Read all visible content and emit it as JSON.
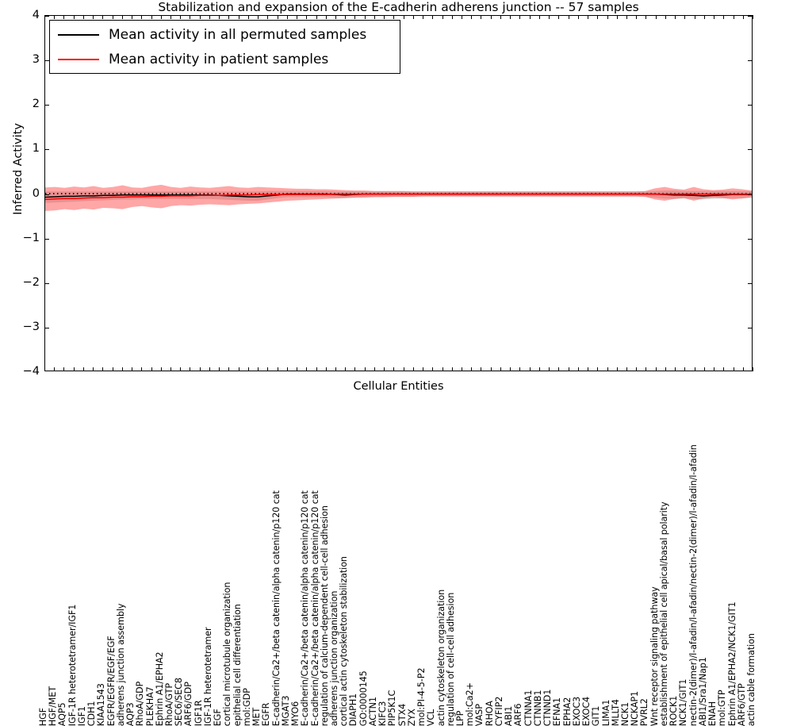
{
  "chart_data": {
    "type": "line",
    "title": "Stabilization and expansion of the E-cadherin adherens junction -- 57 samples",
    "xlabel": "Cellular Entities",
    "ylabel": "Inferred Activity",
    "ylim": [
      -4,
      4
    ],
    "yticks": [
      4,
      3,
      2,
      1,
      0,
      -1,
      -2,
      -3,
      -4
    ],
    "grid": false,
    "legend_position": "upper left",
    "legend": [
      {
        "label": "Mean activity in all permuted samples",
        "color": "#000000"
      },
      {
        "label": "Mean activity in patient samples",
        "color": "#ff0000"
      }
    ],
    "categories": [
      "HGF",
      "HGF/MET",
      "AQP5",
      "IGF-1R heterotetramer/IGF1",
      "IGF1",
      "CDH1",
      "KIAA1543",
      "EGFR/EGFR/EGF/EGF",
      "adherens junction assembly",
      "AQP3",
      "RhoA/GDP",
      "PLEKHA7",
      "Ephrin A1/EPHA2",
      "RhoA/GTP",
      "SEC6/SEC8",
      "ARF6/GDP",
      "IGF1R",
      "IGF-1R heterotetramer",
      "EGF",
      "cortical microtubule organization",
      "epithelial cell differentiation",
      "mol:GDP",
      "MET",
      "EGFR",
      "E-cadherin/Ca2+/beta catenin/alpha catenin/p120 cat",
      "MGAT3",
      "MYO6",
      "E-cadherin/Ca2+/beta catenin/alpha catenin/p120 cat",
      "E-cadherin/Ca2+/beta catenin/alpha catenin/p120 cat",
      "regulation of calcium-dependent cell-cell adhesion",
      "adherens junction organization",
      "cortical actin cytoskeleton stabilization",
      "DIAPH1",
      "GO:0000145",
      "ACTN1",
      "KIFC3",
      "PIP5K1C",
      "STX4",
      "ZYX",
      "mol:PI-4-5-P2",
      "VCL",
      "actin cytoskeleton organization",
      "regulation of cell-cell adhesion",
      "LPP",
      "mol:Ca2+",
      "VASP",
      "RHOA",
      "CYFIP2",
      "ABI1",
      "ARF6",
      "CTNNA1",
      "CTNNB1",
      "CTNND1",
      "EFNA1",
      "EPHA2",
      "EXOC3",
      "EXOC4",
      "GIT1",
      "LIMA1",
      "MLLT4",
      "NCK1",
      "NCKAP1",
      "PVRL2",
      "Wnt receptor signaling pathway",
      "establishment of epithelial cell apical/basal polarity",
      "ROCK1",
      "NCK1/GIT1",
      "nectin-2(dimer)/l-afadin/l-afadin/nectin-2(dimer)/l-afadin/l-afadin",
      "ABI1/Sra1/Nap1",
      "ENAH",
      "mol:GTP",
      "Ephrin A1/EPHA2/NCK1/GIT1",
      "ARF6/GTP",
      "actin cable formation"
    ],
    "series": [
      {
        "name": "Mean activity in all permuted samples",
        "color": "#000000",
        "style": "solid",
        "values": [
          -0.09,
          -0.08,
          -0.07,
          -0.07,
          -0.06,
          -0.06,
          -0.05,
          -0.05,
          -0.04,
          -0.04,
          -0.04,
          -0.04,
          -0.04,
          -0.04,
          -0.04,
          -0.04,
          -0.04,
          -0.04,
          -0.05,
          -0.06,
          -0.07,
          -0.08,
          -0.08,
          -0.06,
          -0.04,
          -0.02,
          -0.02,
          -0.02,
          -0.02,
          -0.02,
          -0.03,
          -0.04,
          -0.03,
          -0.02,
          -0.02,
          -0.02,
          -0.02,
          -0.02,
          -0.02,
          -0.02,
          -0.02,
          -0.02,
          -0.02,
          -0.02,
          -0.02,
          -0.02,
          -0.02,
          -0.02,
          -0.02,
          -0.02,
          -0.02,
          -0.02,
          -0.02,
          -0.02,
          -0.02,
          -0.02,
          -0.02,
          -0.02,
          -0.02,
          -0.02,
          -0.02,
          -0.02,
          -0.02,
          -0.02,
          -0.03,
          -0.04,
          -0.04,
          -0.05,
          -0.06,
          -0.05,
          -0.04,
          -0.03,
          -0.03,
          -0.03
        ]
      },
      {
        "name": "Mean activity in all permuted samples (median dotted)",
        "color": "#000000",
        "style": "dotted",
        "values": [
          -0.01,
          -0.01,
          -0.01,
          -0.01,
          -0.01,
          -0.01,
          -0.01,
          -0.01,
          -0.01,
          -0.01,
          -0.01,
          -0.01,
          -0.01,
          -0.01,
          -0.01,
          -0.01,
          -0.01,
          -0.01,
          -0.01,
          -0.01,
          -0.01,
          -0.01,
          -0.01,
          -0.01,
          -0.01,
          -0.01,
          -0.01,
          -0.01,
          -0.01,
          -0.01,
          -0.01,
          -0.01,
          -0.01,
          -0.01,
          -0.01,
          -0.01,
          -0.01,
          -0.01,
          -0.01,
          -0.01,
          -0.01,
          -0.01,
          -0.01,
          -0.01,
          -0.01,
          -0.01,
          -0.01,
          -0.01,
          -0.01,
          -0.01,
          -0.01,
          -0.01,
          -0.01,
          -0.01,
          -0.01,
          -0.01,
          -0.01,
          -0.01,
          -0.01,
          -0.01,
          -0.01,
          -0.01,
          -0.01,
          -0.01,
          -0.01,
          -0.01,
          -0.01,
          -0.01,
          -0.01,
          -0.01,
          -0.01,
          -0.01,
          -0.01,
          -0.01
        ]
      },
      {
        "name": "Mean activity in patient samples",
        "color": "#ff0000",
        "style": "solid",
        "values": [
          -0.14,
          -0.13,
          -0.12,
          -0.12,
          -0.11,
          -0.1,
          -0.1,
          -0.09,
          -0.09,
          -0.08,
          -0.08,
          -0.07,
          -0.07,
          -0.06,
          -0.06,
          -0.06,
          -0.05,
          -0.05,
          -0.05,
          -0.04,
          -0.04,
          -0.04,
          -0.03,
          -0.03,
          -0.03,
          -0.03,
          -0.03,
          -0.03,
          -0.03,
          -0.03,
          -0.02,
          -0.02,
          -0.02,
          -0.02,
          -0.02,
          -0.02,
          -0.02,
          -0.02,
          -0.02,
          -0.02,
          -0.02,
          -0.02,
          -0.02,
          -0.02,
          -0.02,
          -0.02,
          -0.02,
          -0.02,
          -0.02,
          -0.02,
          -0.02,
          -0.02,
          -0.02,
          -0.02,
          -0.02,
          -0.02,
          -0.02,
          -0.02,
          -0.02,
          -0.02,
          -0.02,
          -0.02,
          -0.02,
          -0.02,
          -0.02,
          -0.02,
          -0.02,
          -0.02,
          -0.02,
          -0.02,
          -0.02,
          -0.02,
          -0.02,
          -0.02
        ]
      }
    ],
    "bands": [
      {
        "name": "permuted samples spread",
        "color": "#000000",
        "opacity": 0.13,
        "upper": [
          0.04,
          0.04,
          0.04,
          0.04,
          0.04,
          0.04,
          0.04,
          0.04,
          0.04,
          0.04,
          0.04,
          0.04,
          0.04,
          0.04,
          0.04,
          0.04,
          0.04,
          0.04,
          0.04,
          0.04,
          0.04,
          0.04,
          0.04,
          0.05,
          0.05,
          0.05,
          0.05,
          0.05,
          0.05,
          0.05,
          0.04,
          0.04,
          0.04,
          0.04,
          0.04,
          0.04,
          0.04,
          0.04,
          0.04,
          0.04,
          0.04,
          0.04,
          0.04,
          0.04,
          0.04,
          0.04,
          0.04,
          0.04,
          0.04,
          0.04,
          0.04,
          0.04,
          0.04,
          0.04,
          0.04,
          0.04,
          0.04,
          0.04,
          0.04,
          0.04,
          0.04,
          0.04,
          0.04,
          0.05,
          0.06,
          0.06,
          0.05,
          0.05,
          0.05,
          0.05,
          0.05,
          0.05,
          0.05,
          0.05
        ],
        "lower": [
          -0.22,
          -0.21,
          -0.2,
          -0.19,
          -0.18,
          -0.17,
          -0.16,
          -0.15,
          -0.14,
          -0.14,
          -0.13,
          -0.13,
          -0.13,
          -0.13,
          -0.13,
          -0.13,
          -0.13,
          -0.13,
          -0.14,
          -0.15,
          -0.16,
          -0.17,
          -0.17,
          -0.14,
          -0.11,
          -0.09,
          -0.09,
          -0.09,
          -0.09,
          -0.09,
          -0.1,
          -0.11,
          -0.1,
          -0.09,
          -0.09,
          -0.09,
          -0.09,
          -0.09,
          -0.09,
          -0.09,
          -0.09,
          -0.09,
          -0.09,
          -0.09,
          -0.09,
          -0.09,
          -0.09,
          -0.09,
          -0.09,
          -0.09,
          -0.09,
          -0.09,
          -0.09,
          -0.09,
          -0.09,
          -0.09,
          -0.09,
          -0.09,
          -0.09,
          -0.09,
          -0.09,
          -0.09,
          -0.09,
          -0.1,
          -0.12,
          -0.13,
          -0.12,
          -0.13,
          -0.14,
          -0.13,
          -0.12,
          -0.11,
          -0.11,
          -0.11
        ]
      },
      {
        "name": "patient samples spread",
        "color": "#ff0000",
        "opacity": 0.35,
        "upper": [
          0.13,
          0.14,
          0.12,
          0.15,
          0.13,
          0.16,
          0.12,
          0.14,
          0.18,
          0.13,
          0.12,
          0.16,
          0.19,
          0.14,
          0.12,
          0.15,
          0.13,
          0.12,
          0.14,
          0.16,
          0.13,
          0.12,
          0.14,
          0.13,
          0.12,
          0.11,
          0.1,
          0.1,
          0.09,
          0.09,
          0.08,
          0.07,
          0.06,
          0.06,
          0.05,
          0.05,
          0.05,
          0.05,
          0.04,
          0.04,
          0.04,
          0.04,
          0.04,
          0.04,
          0.04,
          0.04,
          0.04,
          0.04,
          0.04,
          0.04,
          0.04,
          0.04,
          0.04,
          0.04,
          0.04,
          0.04,
          0.04,
          0.04,
          0.04,
          0.04,
          0.04,
          0.04,
          0.05,
          0.11,
          0.14,
          0.1,
          0.08,
          0.14,
          0.09,
          0.07,
          0.08,
          0.11,
          0.09,
          0.06
        ],
        "lower": [
          -0.4,
          -0.39,
          -0.36,
          -0.38,
          -0.35,
          -0.37,
          -0.33,
          -0.34,
          -0.36,
          -0.31,
          -0.29,
          -0.32,
          -0.34,
          -0.29,
          -0.27,
          -0.28,
          -0.26,
          -0.25,
          -0.26,
          -0.27,
          -0.25,
          -0.24,
          -0.23,
          -0.21,
          -0.19,
          -0.17,
          -0.16,
          -0.15,
          -0.14,
          -0.13,
          -0.12,
          -0.11,
          -0.1,
          -0.1,
          -0.09,
          -0.09,
          -0.08,
          -0.08,
          -0.08,
          -0.07,
          -0.07,
          -0.07,
          -0.07,
          -0.07,
          -0.07,
          -0.07,
          -0.07,
          -0.07,
          -0.07,
          -0.07,
          -0.07,
          -0.07,
          -0.07,
          -0.07,
          -0.07,
          -0.07,
          -0.07,
          -0.07,
          -0.07,
          -0.07,
          -0.07,
          -0.07,
          -0.08,
          -0.14,
          -0.17,
          -0.13,
          -0.11,
          -0.17,
          -0.12,
          -0.1,
          -0.11,
          -0.14,
          -0.12,
          -0.09
        ]
      }
    ]
  }
}
